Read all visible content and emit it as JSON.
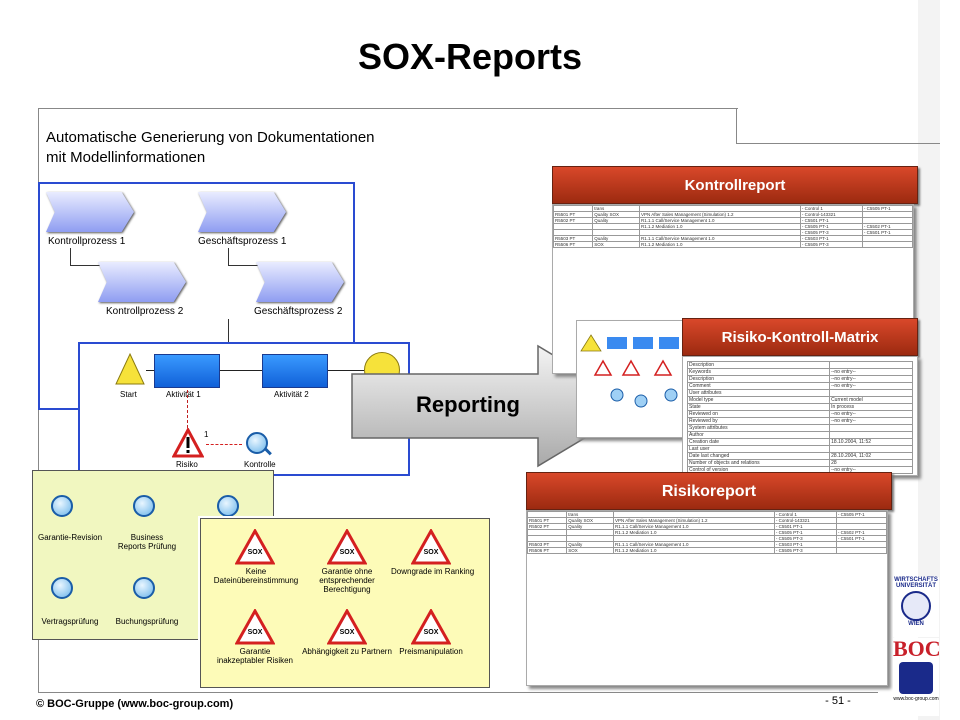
{
  "slide": {
    "title": "SOX-Reports",
    "subtitle_line1": "Automatische Generierung von Dokumentationen",
    "subtitle_line2": "mit Modellinformationen"
  },
  "process_model": {
    "items": [
      {
        "label": "Kontrollprozess 1"
      },
      {
        "label": "Geschäftsprozess 1"
      },
      {
        "label": "Kontrollprozess 2"
      },
      {
        "label": "Geschäftsprozess 2"
      }
    ]
  },
  "activity_model": {
    "start": "Start",
    "activity1": "Aktivität 1",
    "activity2": "Aktivität 2",
    "risk": "Risiko",
    "risk_number": "1",
    "control": "Kontrolle"
  },
  "controls_panel": {
    "items": [
      "Garantie-Revision",
      "Business Reports Prüfung",
      "Vertragsprüfung",
      "Buchungsprüfung"
    ]
  },
  "risks_panel": {
    "sox": "SOX",
    "items": [
      "Keine Dateinübereinstimmung",
      "Garantie ohne entsprechender Berechtigung",
      "Downgrade im Ranking",
      "Garantie inakzeptabler Risiken",
      "Abhängigkeit zu Partnern",
      "Preismanipulation"
    ]
  },
  "reporting_label": "Reporting",
  "reports": {
    "kontrollreport": "Kontrollreport",
    "matrix": "Risiko-Kontroll-Matrix",
    "risikoreport": "Risikoreport"
  },
  "report_table": {
    "rows": [
      [
        "",
        "trans",
        "",
        "- Control 1",
        "- C5505 PT-1"
      ],
      [
        "R5501 PT",
        "Quality SOX",
        "VPN After Sales Management (Simulation) 1.2",
        "- Control-143321",
        ""
      ],
      [
        "R5502 PT",
        "Quality",
        "R1.1.1 Call/Service Management 1.0",
        "- C5501 PT-1",
        ""
      ],
      [
        "",
        "",
        "R1.1.2 Mediation 1.0",
        "- C5505 PT-1",
        "- C5502 PT-1"
      ],
      [
        "",
        "",
        "",
        "- C5505 PT-3",
        "- C5501 PT-1"
      ],
      [
        "R5503 PT",
        "Quality",
        "R1.1.1 Call/Service Management 1.0",
        "- C5503 PT-1",
        ""
      ],
      [
        "R5506 PT",
        "SOX",
        "R1.1.2 Mediation 1.0",
        "- C5505 PT-3",
        ""
      ]
    ]
  },
  "matrix_table": {
    "rows": [
      [
        "Description",
        ""
      ],
      [
        "Keywords",
        "--no entry--"
      ],
      [
        "Description",
        "--no entry--"
      ],
      [
        "Comment",
        "--no entry--"
      ],
      [
        "User attributes",
        ""
      ],
      [
        "Model type",
        "Current model"
      ],
      [
        "State",
        "In process"
      ],
      [
        "Reviewed on",
        "--no entry--"
      ],
      [
        "Reviewed by",
        "--no entry--"
      ],
      [
        "System attributes",
        ""
      ],
      [
        "Author",
        ""
      ],
      [
        "Creation date",
        "18.10.2004, 11:52"
      ],
      [
        "Last user",
        ""
      ],
      [
        "Date last changed",
        "28.10.2004, 11:02"
      ],
      [
        "Number of objects and relations",
        "28"
      ],
      [
        "Control of version",
        "--no entry--"
      ]
    ]
  },
  "footer": {
    "copyright": "© BOC-Gruppe  (www.boc-group.com)",
    "page": "- 51 -"
  },
  "logos": {
    "university_line1": "WIRTSCHAFTS",
    "university_line2": "UNIVERSITÄT",
    "university_line3": "WIEN",
    "boc": "BOC",
    "boc_url": "www.boc-group.com"
  }
}
